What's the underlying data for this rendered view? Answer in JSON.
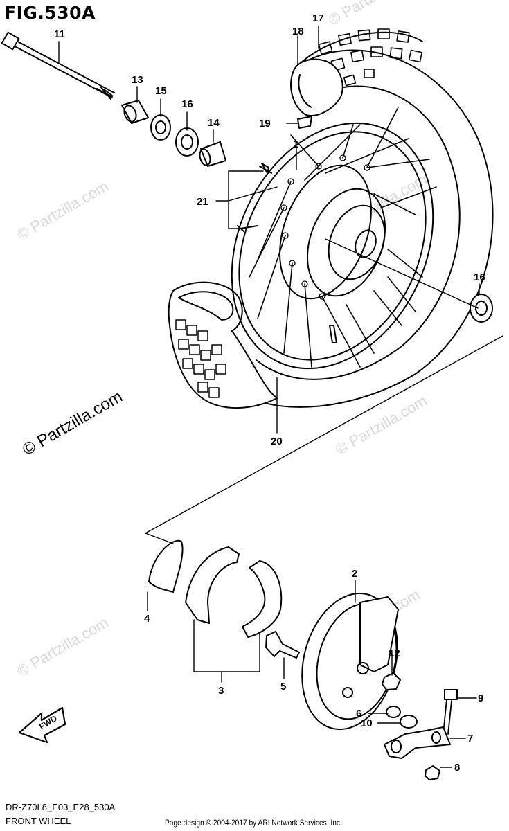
{
  "figure_title": "FIG.530A",
  "model_code": "DR-Z70L8_E03_E28_530A",
  "diagram_name": "FRONT WHEEL",
  "copyright": "Page design © 2004-2017 by ARI Network Services, Inc.",
  "watermark": "© Partzilla.com",
  "fwd_label": "FWD",
  "callouts": {
    "c1": "1",
    "c2": "2",
    "c3": "3",
    "c4": "4",
    "c5": "5",
    "c6": "6",
    "c7": "7",
    "c8": "8",
    "c9": "9",
    "c10": "10",
    "c11": "11",
    "c12": "12",
    "c13": "13",
    "c14": "14",
    "c15": "15",
    "c16a": "16",
    "c16b": "16",
    "c17": "17",
    "c18": "18",
    "c19": "19",
    "c20": "20",
    "c21": "21"
  }
}
